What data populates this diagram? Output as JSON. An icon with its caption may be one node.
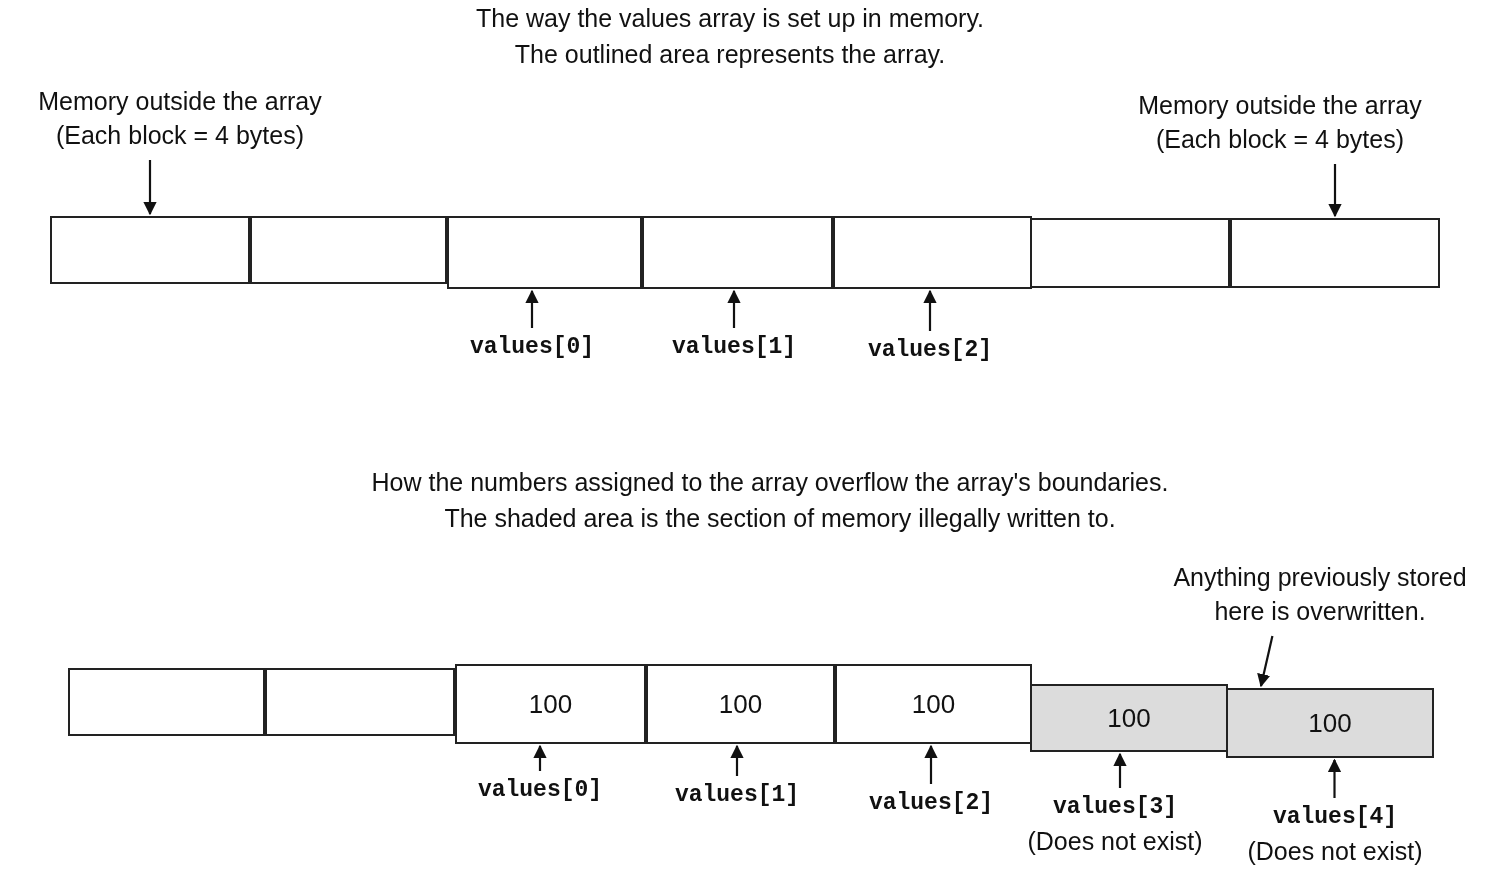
{
  "diagram": {
    "nodes": [
      {
        "text": [
          "Memory outside the array",
          "(Each block = 4 bytes)"
        ]
      },
      {
        "text": [
          "Memory outside the array",
          "(Each block = 4 bytes)"
        ]
      },
      {
        "text": [],
        "shape": "box"
      },
      {
        "text": [],
        "shape": "box"
      },
      {
        "text": [],
        "shape": "box"
      },
      {
        "text": [],
        "shape": "box",
        "in": 4
      },
      {
        "text": [],
        "shape": "box",
        "in": 4
      },
      {
        "text": [],
        "shape": "box",
        "in": 4
      },
      {
        "text": [],
        "shape": "box"
      },
      {
        "text": [],
        "shape": "box"
      },
      {
        "text": [
          "values[0]"
        ]
      },
      {
        "text": [
          "values[1]"
        ]
      },
      {
        "text": [
          "values[2]"
        ]
      },
      {
        "text": [
          "Anything previously stored here is overwritten."
        ]
      },
      {
        "text": [],
        "shape": "box"
      },
      {
        "text": [],
        "shape": "box"
      },
      {
        "text": [],
        "shape": "box"
      },
      {
        "text": [
          "100"
        ],
        "in": 16
      },
      {
        "text": [
          "100"
        ],
        "in": 16
      },
      {
        "text": [
          "100"
        ],
        "in": 16
      },
      {
        "text": [
          "100"
        ]
      },
      {
        "text": [
          "100"
        ]
      },
      {
        "text": [
          "values[0]"
        ]
      },
      {
        "text": [
          "values[1]"
        ]
      },
      {
        "text": [
          "values[2]"
        ]
      },
      {
        "text": [
          "values[3]"
        ],
        "beside": [
          "(Does not exist)"
        ]
      },
      {
        "text": [
          "values[4]"
        ],
        "beside": [
          "(Does not exist)"
        ]
      }
    ],
    "edges": [
      {
        "from": 0,
        "to": 2,
        "arrow": "to"
      },
      {
        "from": 1,
        "to": 9,
        "arrow": "to"
      },
      {
        "from": 10,
        "to": 5,
        "arrow": "to"
      },
      {
        "from": 11,
        "to": 6,
        "arrow": "to"
      },
      {
        "from": 12,
        "to": 7,
        "arrow": "to"
      },
      {
        "from": 13,
        "to": 21,
        "arrow": "to"
      },
      {
        "from": 22,
        "to": 17,
        "arrow": "to"
      },
      {
        "from": 23,
        "to": 18,
        "arrow": "to"
      },
      {
        "from": 24,
        "to": 19,
        "arrow": "to"
      },
      {
        "from": 25,
        "to": 20,
        "arrow": "to"
      },
      {
        "from": 26,
        "to": 21,
        "arrow": "to"
      }
    ],
    "labels": [
      "The way the values array is set up in memory.",
      "The outlined area represents the array.",
      "How the numbers assigned to the array overflow the array's boundaries.",
      "The shaded area is the section of memory illegally written to."
    ]
  }
}
